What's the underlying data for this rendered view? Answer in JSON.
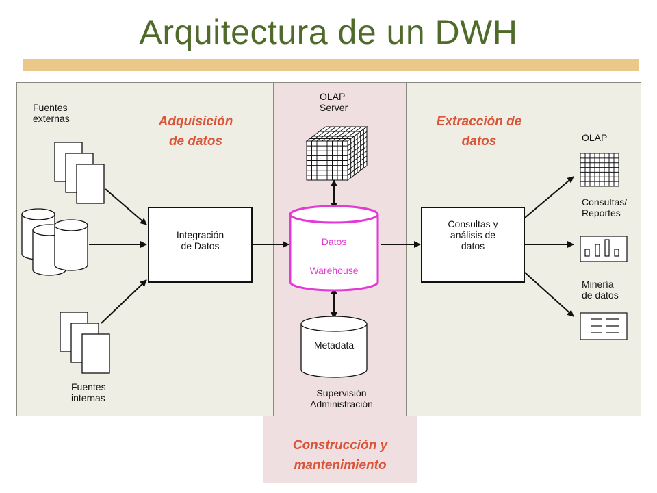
{
  "title": "Arquitectura de un DWH",
  "sections": {
    "acquisition": "Adquisición\nde datos",
    "extraction": "Extracción de\ndatos",
    "construction": "Construcción y\nmantenimiento"
  },
  "sources": {
    "external": "Fuentes\nexternas",
    "internal": "Fuentes\ninternas"
  },
  "integration": "Integración\nde Datos",
  "olap_server": "OLAP\nServer",
  "warehouse": {
    "line1": "Datos",
    "line2": "Warehouse"
  },
  "metadata": "Metadata",
  "supervision": "Supervisión\nAdministración",
  "queries_box": "Consultas y\nanálisis de\ndatos",
  "outputs": {
    "olap": "OLAP",
    "reports": "Consultas/\nReportes",
    "mining": "Minería\nde datos"
  },
  "colors": {
    "title": "#4f6a2a",
    "title_bar": "#ecc78a",
    "section_heading": "#d8553a",
    "warehouse": "#e33ad6",
    "side_panels": "#efeee4",
    "middle_panel": "#efdfe0"
  }
}
